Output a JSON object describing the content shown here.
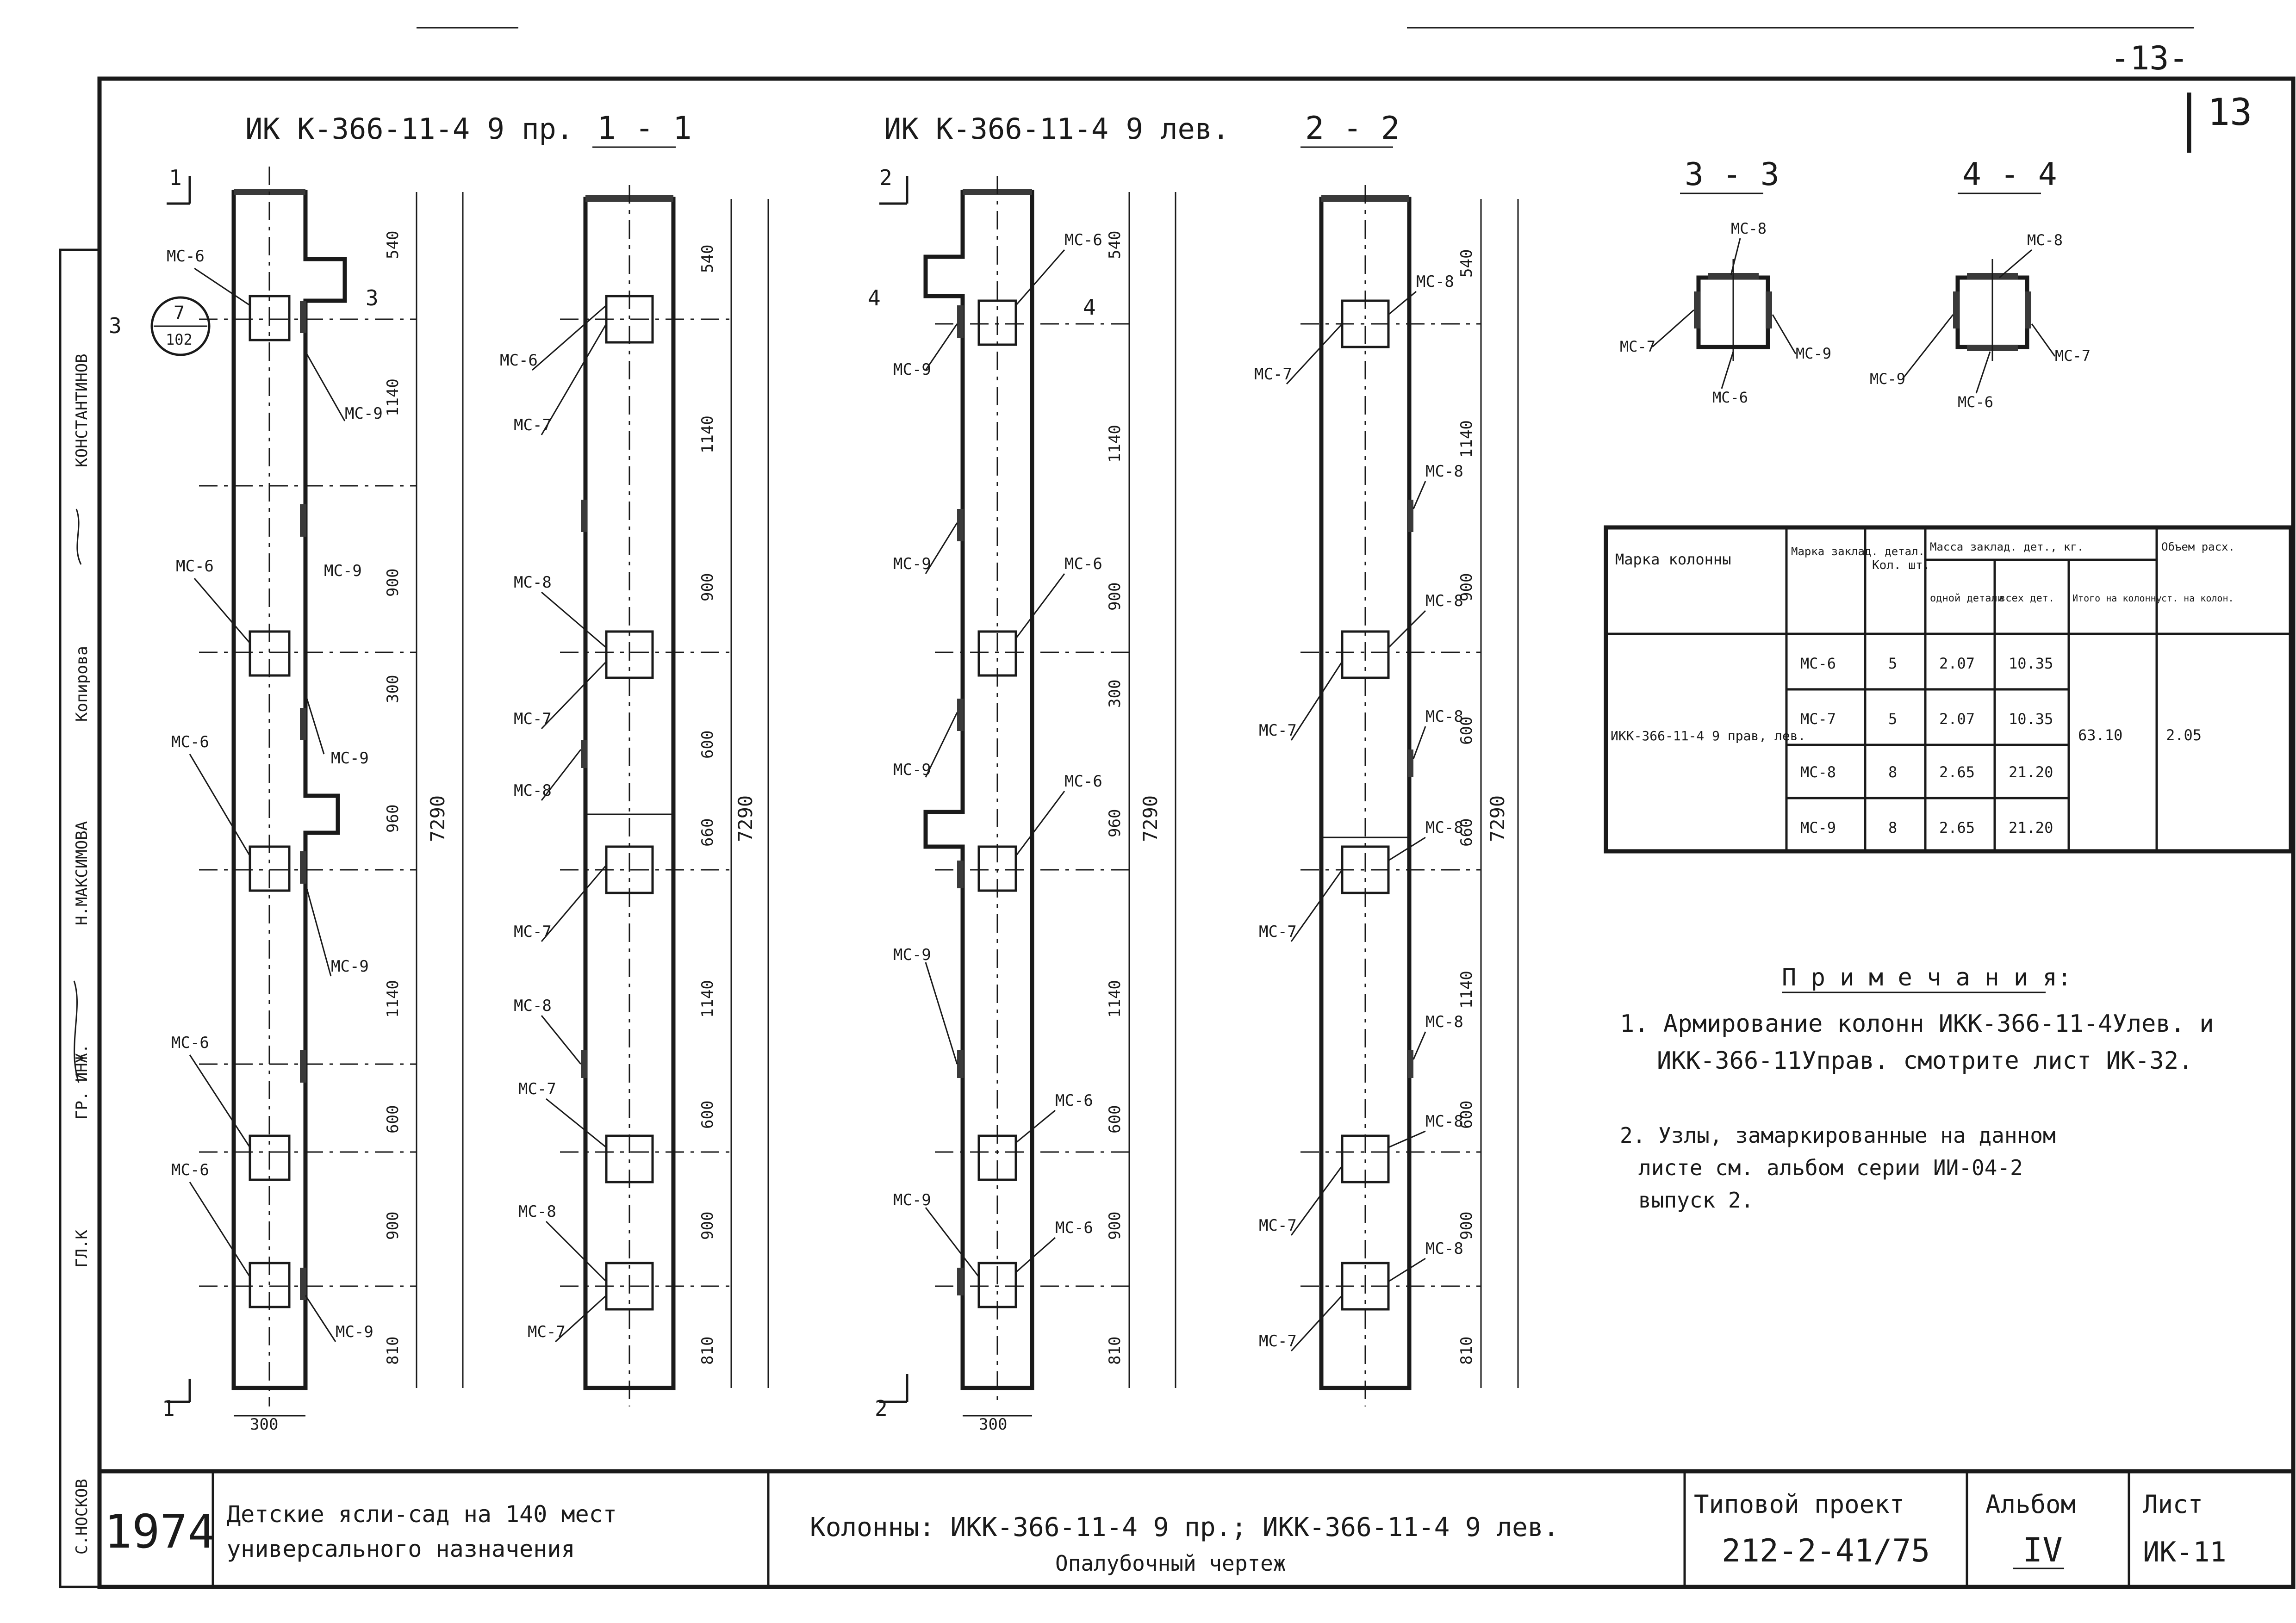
{
  "page_number": "-13-",
  "sheet_tab": "13",
  "titles": {
    "right_elev": "ИК К-366-11-4 9 пр.",
    "section_1": "1 - 1",
    "left_elev": "ИК К-366-11-4 9 лев.",
    "section_2": "2 - 2",
    "section_3": "3 - 3",
    "section_4": "4 - 4"
  },
  "cut_marks": {
    "c1": "1",
    "c2": "2",
    "c3": "3",
    "c4": "4",
    "node_num": "7",
    "node_sheet": "102"
  },
  "dims": {
    "d540": "540",
    "d1140": "1140",
    "d900": "900",
    "d300": "300",
    "d960": "960",
    "d600": "600",
    "d810": "810",
    "d660": "660",
    "total": "7290",
    "width": "300"
  },
  "marks": {
    "mc6": "МС-6",
    "mc7": "МС-7",
    "mc8": "МС-8",
    "mc9": "МС-9"
  },
  "side_stamp": [
    "КОНСТАНТИНОВ",
    "Копирова",
    "Н.МАКСИМОВА",
    "ГР. ИНЖ.",
    "ГЛ.К",
    "С.НОСКОВ"
  ],
  "table": {
    "h_mark": "Марка колонны",
    "h_emb_mark": "Марка заклад. детал.",
    "h_qty": "Кол. шт.",
    "h_mass": "Масса заклад. дет., кг.",
    "h_one": "одной детали",
    "h_all": "всех дет.",
    "h_total": "Итого на колонну",
    "h_vol": "Объем расх.",
    "h_vol_sub": "ст. на колон.",
    "column_mark": "ИКК-366-11-4 9 прав, лев.",
    "rows": [
      {
        "mark": "МС-6",
        "qty": "5",
        "one": "2.07",
        "all": "10.35"
      },
      {
        "mark": "МС-7",
        "qty": "5",
        "one": "2.07",
        "all": "10.35"
      },
      {
        "mark": "МС-8",
        "qty": "8",
        "one": "2.65",
        "all": "21.20"
      },
      {
        "mark": "МС-9",
        "qty": "8",
        "one": "2.65",
        "all": "21.20"
      }
    ],
    "total": "63.10",
    "volume": "2.05"
  },
  "notes": {
    "heading": "П р и м е ч а н и я:",
    "n1a": "1. Армирование колонн ИКК-366-11-4Улев. и",
    "n1b": "ИКК-366-11Управ. смотрите лист ИК-32.",
    "n2a": "2. Узлы, замаркированные на данном",
    "n2b": "листе см. альбом серии ИИ-04-2",
    "n2c": "выпуск 2."
  },
  "stamp": {
    "year": "1974",
    "project_name_1": "Детские ясли-сад на 140 мест",
    "project_name_2": "универсального назначения",
    "drawing_title_1": "Колонны: ИКК-366-11-4 9 пр.; ИКК-366-11-4 9 лев.",
    "drawing_title_2": "Опалубочный чертеж",
    "typ_label": "Типовой проект",
    "typ_value": "212-2-41/75",
    "album_label": "Альбом",
    "album_value": "IV",
    "sheet_label": "Лист",
    "sheet_value": "ИК-11"
  }
}
